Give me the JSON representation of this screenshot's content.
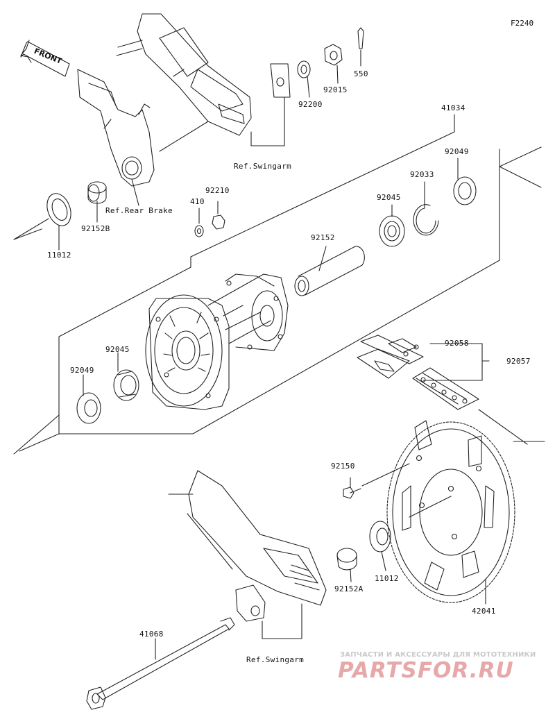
{
  "figure_code": "F2240",
  "front_label": "FRONT",
  "labels": {
    "p550": "550",
    "p92015": "92015",
    "p92200": "92200",
    "ref_swingarm_top": "Ref.Swingarm",
    "p41034": "41034",
    "p92049_top": "92049",
    "p92033": "92033",
    "p92045_top": "92045",
    "p92210": "92210",
    "p410": "410",
    "ref_rear_brake": "Ref.Rear Brake",
    "p92152B": "92152B",
    "p11012_top": "11012",
    "p92152": "92152",
    "p92045_left": "92045",
    "p92049_left": "92049",
    "p92058": "92058",
    "p92057": "92057",
    "p92150": "92150",
    "p11012_bottom": "11012",
    "p92152A": "92152A",
    "p42041": "42041",
    "p41068": "41068",
    "ref_swingarm_bottom": "Ref.Swingarm"
  },
  "watermark": {
    "tagline": "ЗАПЧАСТИ И АКСЕССУАРЫ ДЛЯ МОТОТЕХНИКИ",
    "logo": "PARTSFOR.RU"
  }
}
